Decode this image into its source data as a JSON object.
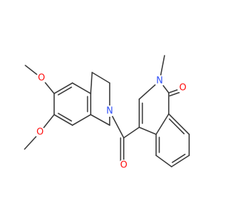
{
  "molecule": {
    "atoms": [
      {
        "id": "O1",
        "label": "O",
        "color": "#ff0d0d"
      },
      {
        "id": "O2",
        "label": "O",
        "color": "#ff0d0d"
      },
      {
        "id": "N1",
        "label": "N",
        "color": "#3050f8"
      },
      {
        "id": "N2",
        "label": "N",
        "color": "#3050f8"
      },
      {
        "id": "O3",
        "label": "O",
        "color": "#ff0d0d"
      },
      {
        "id": "O4",
        "label": "O",
        "color": "#ff0d0d"
      }
    ],
    "bond_color": "#3a3a3a"
  }
}
